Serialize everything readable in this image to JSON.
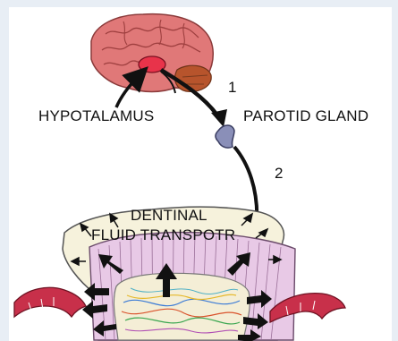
{
  "labels": {
    "hypothalamus": "HYPOTALAMUS",
    "parotid_gland": "PAROTID GLAND",
    "step_1": "1",
    "step_2": "2",
    "dentinal_line1": "DENTINAL",
    "dentinal_line2": "FLUID TRANSPOTR"
  },
  "colors": {
    "frame_bg": "#e8eef5",
    "brain": "#e07878",
    "hypothalamus": "#e8334a",
    "cerebellum": "#b7542c",
    "gland": "#8a8fb8",
    "tooth_enamel": "#f6f2dc",
    "dentin": "#e8c9e6",
    "pulp": "#f4eed6",
    "gum": "#c8304a",
    "arrow": "#111111"
  }
}
